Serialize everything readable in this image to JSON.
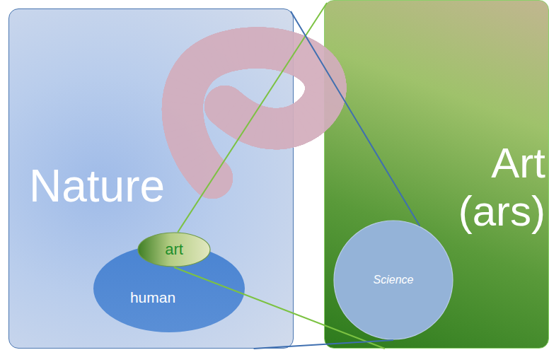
{
  "diagram": {
    "nodes": [
      {
        "text": [
          "Nature"
        ]
      },
      {
        "text": [
          "human"
        ],
        "in": 0
      },
      {
        "text": [
          "art"
        ],
        "in": 1
      },
      {
        "text": [
          "Art (ars)"
        ]
      },
      {
        "text": [
          "Science"
        ],
        "in": 3
      }
    ],
    "edges": [
      {
        "from": 2,
        "to": 3,
        "arrow": "none"
      },
      {
        "from": 2,
        "to": 3,
        "arrow": "none"
      },
      {
        "from": 0,
        "to": 4,
        "arrow": "none"
      },
      {
        "from": 0,
        "to": 4,
        "arrow": "none"
      }
    ]
  }
}
